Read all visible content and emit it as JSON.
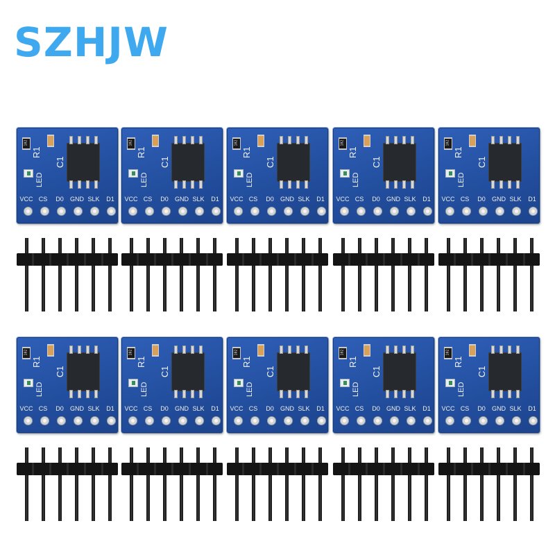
{
  "brand": {
    "text": "SZHJW",
    "color": "#3fa9ef"
  },
  "board": {
    "resistor_label": "R1",
    "capacitor_label": "C1",
    "led_label": "LED",
    "pin_labels": [
      "VCC",
      "CS",
      "D0",
      "GND",
      "SLK",
      "D1"
    ]
  },
  "layout": {
    "rows": 2,
    "columns": 5,
    "header_pins": 6
  },
  "colors": {
    "pcb": "#234f9f",
    "header": "#141414",
    "background": "#ffffff"
  }
}
